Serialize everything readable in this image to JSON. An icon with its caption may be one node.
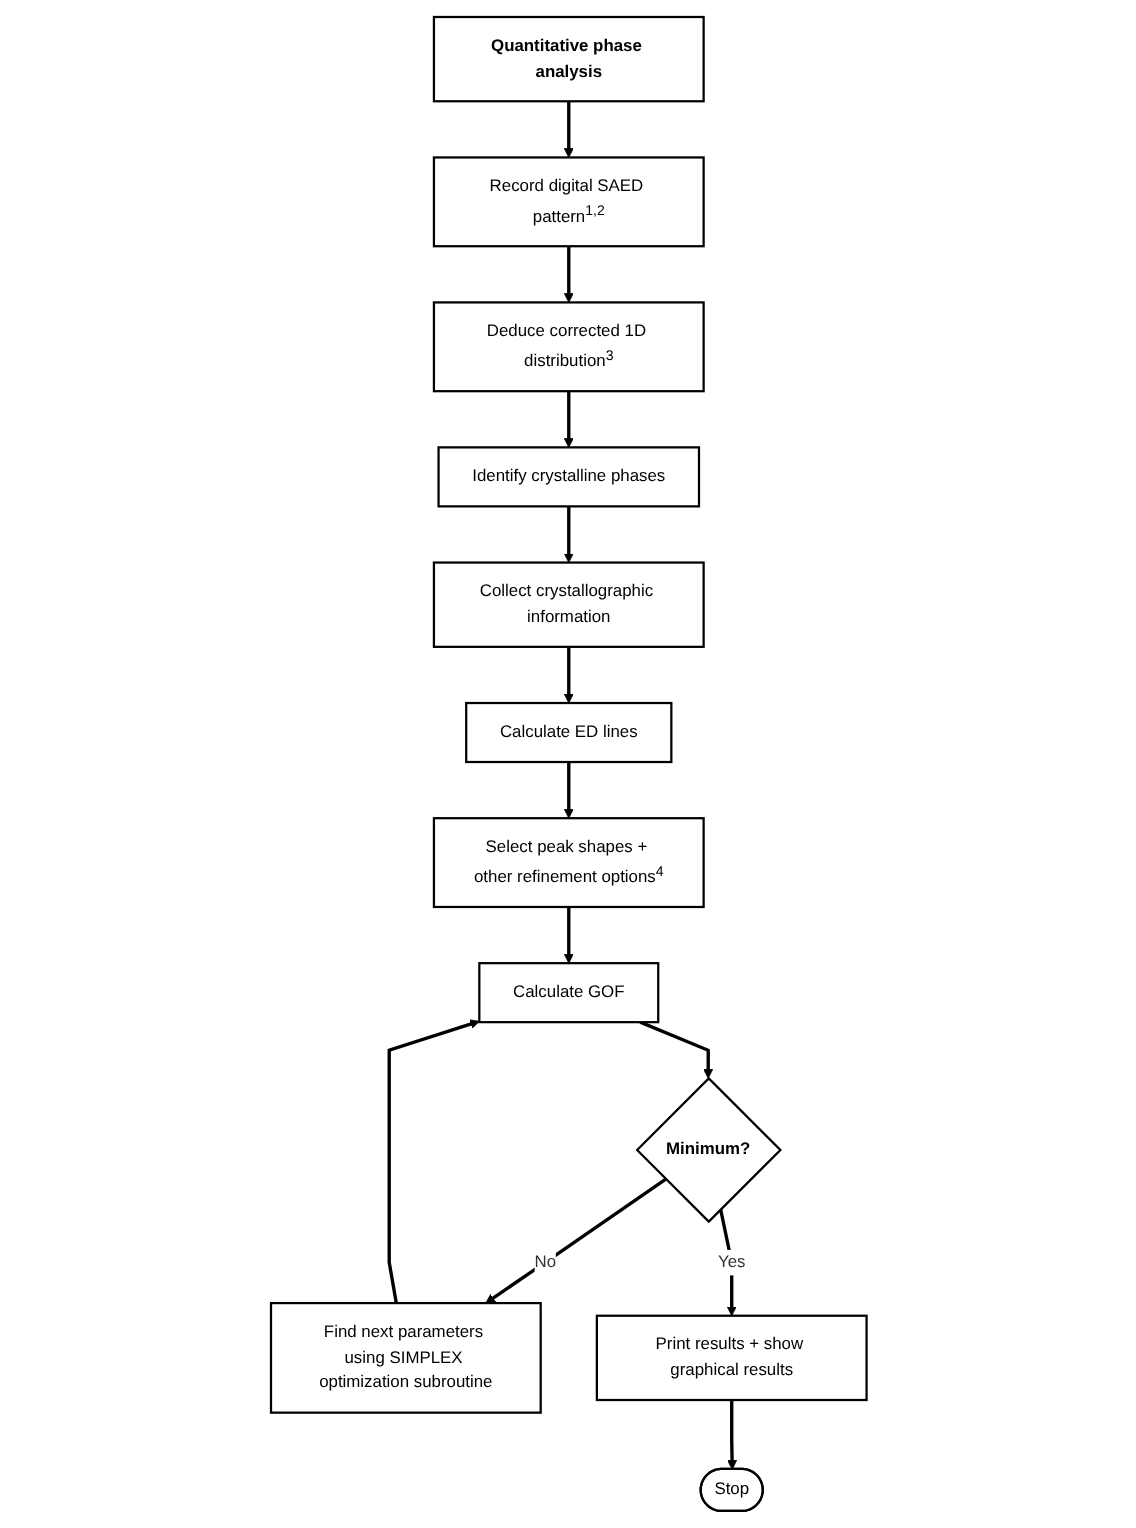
{
  "diagram": {
    "nodes": [
      {
        "text": [
          "Quantitative phase analysis"
        ]
      },
      {
        "text": [
          "Record digital SAED pattern$^{1,2}$"
        ]
      },
      {
        "text": [
          "Deduce corrected 1D distribution$^{3}$"
        ]
      },
      {
        "text": [
          "Identify crystalline phases"
        ]
      },
      {
        "text": [
          "Collect crystallographic information"
        ]
      },
      {
        "text": [
          "Calculate ED lines"
        ]
      },
      {
        "text": [
          "Select peak shapes + other refinement options$^{4}$"
        ]
      },
      {
        "text": [
          "Calculate GOF"
        ]
      },
      {
        "text": [
          "Minimum?"
        ]
      },
      {
        "text": [
          "Find next parameters using SIMPLEX optimization subroutine"
        ]
      },
      {
        "text": [
          "Print results + show graphical results"
        ]
      },
      {
        "text": [
          "Stop"
        ]
      }
    ],
    "edges": [
      {
        "from": 0,
        "to": 1,
        "arrow": "to"
      },
      {
        "from": 1,
        "to": 2,
        "arrow": "to"
      },
      {
        "from": 2,
        "to": 3,
        "arrow": "to"
      },
      {
        "from": 3,
        "to": 4,
        "arrow": "to"
      },
      {
        "from": 4,
        "to": 5,
        "arrow": "to"
      },
      {
        "from": 5,
        "to": 6,
        "arrow": "to"
      },
      {
        "from": 6,
        "to": 7,
        "arrow": "to"
      },
      {
        "from": 7,
        "to": 8,
        "arrow": "to"
      },
      {
        "from": 8,
        "to": 9,
        "label": "No",
        "arrow": "to"
      },
      {
        "from": 9,
        "to": 7,
        "arrow": "to"
      },
      {
        "from": 8,
        "to": 10,
        "label": "Yes",
        "arrow": "to"
      },
      {
        "from": 10,
        "to": 11,
        "arrow": "to"
      }
    ]
  }
}
